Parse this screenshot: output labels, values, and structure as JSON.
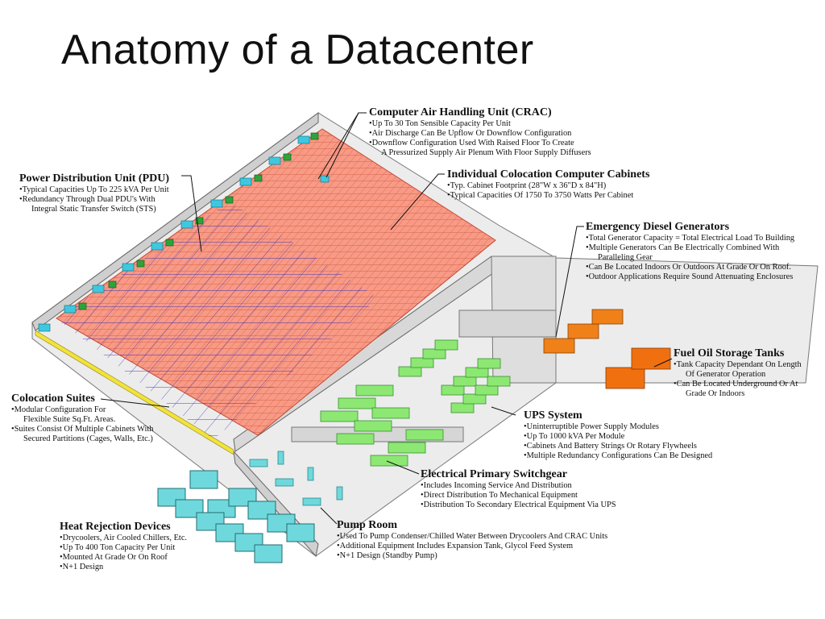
{
  "slide": {
    "title": "Anatomy of a Datacenter"
  },
  "callouts": {
    "crac": {
      "heading": "Computer Air Handling Unit (CRAC)",
      "bullets": [
        "Up To 30 Ton Sensible Capacity Per Unit",
        "Air Discharge Can Be Upflow Or Downflow Configuration",
        "Downflow Configuration Used With Raised Floor To Create"
      ],
      "continuation": "A Pressurized Supply Air Plenum With Floor Supply Diffusers"
    },
    "pdu": {
      "heading": "Power Distribution Unit (PDU)",
      "bullets": [
        "Typical Capacities Up To 225 kVA Per Unit",
        "Redundancy Through Dual PDU's With"
      ],
      "continuation": "Integral Static Transfer Switch (STS)"
    },
    "cabinets": {
      "heading": "Individual Colocation Computer Cabinets",
      "bullets": [
        "Typ. Cabinet Footprint (28\"W x 36\"D x 84\"H)",
        "Typical Capacities Of 1750 To 3750 Watts Per Cabinet"
      ]
    },
    "generators": {
      "heading": "Emergency Diesel Generators",
      "bullets": [
        "Total Generator Capacity = Total Electrical Load To Building",
        "Multiple Generators Can Be Electrically Combined With"
      ],
      "continuation": "Paralleling Gear",
      "bullets2": [
        "Can Be Located Indoors Or Outdoors At Grade Or On Roof.",
        "Outdoor Applications Require Sound Attenuating Enclosures"
      ]
    },
    "fuel": {
      "heading": "Fuel Oil Storage Tanks",
      "bullet1": "Tank Capacity Dependant On Length",
      "cont1": "Of Generator Operation",
      "bullet2": "Can Be Located Underground Or At",
      "cont2": "Grade Or Indoors"
    },
    "suites": {
      "heading": "Colocation Suites",
      "bullet1": "Modular Configuration For",
      "cont1": "Flexible Suite Sq.Ft. Areas.",
      "bullet2": "Suites Consist Of Multiple Cabinets With",
      "cont2": "Secured Partitions (Cages, Walls, Etc.)"
    },
    "ups": {
      "heading": "UPS System",
      "bullets": [
        "Uninterruptible Power Supply Modules",
        "Up To 1000 kVA Per Module",
        "Cabinets And Battery Strings Or Rotary Flywheels",
        "Multiple Redundancy Configurations Can Be Designed"
      ]
    },
    "switchgear": {
      "heading": "Electrical Primary Switchgear",
      "bullets": [
        "Includes Incoming Service And Distribution",
        "Direct Distribution To Mechanical Equipment",
        "Distribution To Secondary Electrical Equipment Via UPS"
      ]
    },
    "heat": {
      "heading": "Heat Rejection Devices",
      "bullets": [
        "Drycoolers, Air Cooled Chillers, Etc.",
        "Up To 400 Ton Capacity Per Unit",
        "Mounted At Grade Or On Roof",
        "N+1 Design"
      ]
    },
    "pump": {
      "heading": "Pump Room",
      "bullets": [
        "Used To Pump Condenser/Chilled Water Between Drycoolers And CRAC Units",
        "Additional Equipment Includes Expansion Tank, Glycol Feed System",
        "N+1 Design (Standby Pump)"
      ]
    }
  },
  "colors": {
    "cabinet": "#f79a86",
    "cabinet_line": "#d4573f",
    "crac": "#3ec8e0",
    "pdu": "#2da43a",
    "cage": "#3b2bb8",
    "ups": "#8ce873",
    "generator": "#f08018",
    "fuel_tank": "#f07010",
    "drycooler": "#6fd8dc",
    "floor": "#eaeaea",
    "wall": "#d4d4d4",
    "raised_floor": "#f2e23a"
  }
}
